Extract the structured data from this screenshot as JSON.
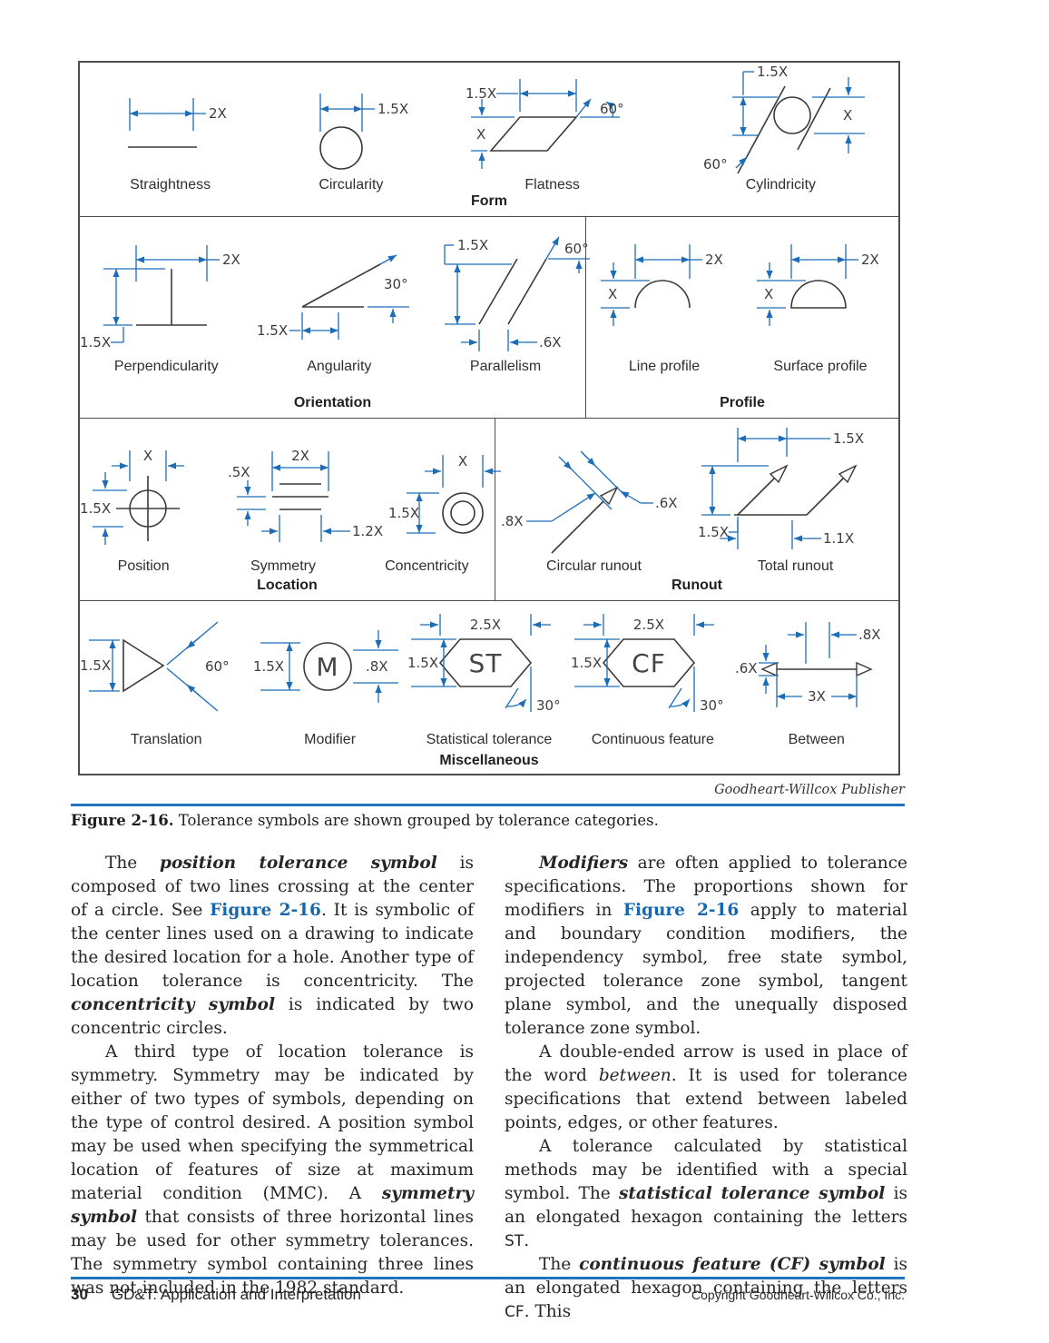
{
  "colors": {
    "dimension_blue": "#1b6db7",
    "rule_blue": "#2273bb",
    "link_blue": "#1667ad"
  },
  "fig": {
    "attribution": "Goodheart-Willcox Publisher",
    "caption_label": "Figure 2-16.",
    "caption_text": " Tolerance symbols are shown grouped by tolerance categories.",
    "sections": [
      {
        "title": "Form",
        "symbols": [
          {
            "label": "Straightness",
            "dims": [
              "2X"
            ]
          },
          {
            "label": "Circularity",
            "dims": [
              "1.5X"
            ]
          },
          {
            "label": "Flatness",
            "dims": [
              "1.5X",
              "X",
              "60°"
            ]
          },
          {
            "label": "Cylindricity",
            "dims": [
              "1.5X",
              "X",
              "60°"
            ]
          }
        ]
      },
      {
        "title": "Orientation",
        "symbols": [
          {
            "label": "Perpendicularity",
            "dims": [
              "2X",
              "1.5X"
            ]
          },
          {
            "label": "Angularity",
            "dims": [
              "30°",
              "1.5X"
            ]
          },
          {
            "label": "Parallelism",
            "dims": [
              "1.5X",
              ".6X",
              "60°"
            ]
          }
        ]
      },
      {
        "title": "Profile",
        "symbols": [
          {
            "label": "Line profile",
            "dims": [
              "2X",
              "X"
            ]
          },
          {
            "label": "Surface profile",
            "dims": [
              "2X",
              "X"
            ]
          }
        ]
      },
      {
        "title": "Location",
        "symbols": [
          {
            "label": "Position",
            "dims": [
              "X",
              "1.5X"
            ]
          },
          {
            "label": "Symmetry",
            "dims": [
              "2X",
              ".5X",
              "1.2X"
            ]
          },
          {
            "label": "Concentricity",
            "dims": [
              "X",
              "1.5X"
            ]
          }
        ]
      },
      {
        "title": "Runout",
        "symbols": [
          {
            "label": "Circular runout",
            "dims": [
              ".8X",
              ".6X"
            ]
          },
          {
            "label": "Total runout",
            "dims": [
              "1.5X",
              "1.5X",
              "1.1X"
            ]
          }
        ]
      },
      {
        "title": "Miscellaneous",
        "symbols": [
          {
            "label": "Translation",
            "dims": [
              "1.5X",
              "60°"
            ]
          },
          {
            "label": "Modifier",
            "dims": [
              "1.5X",
              ".8X"
            ],
            "letters": "M"
          },
          {
            "label": "Statistical tolerance",
            "dims": [
              "2.5X",
              "1.5X",
              "30°"
            ],
            "letters": "ST"
          },
          {
            "label": "Continuous feature",
            "dims": [
              "2.5X",
              "1.5X",
              "30°"
            ],
            "letters": "CF"
          },
          {
            "label": "Between",
            "dims": [
              ".8X",
              ".6X",
              "3X"
            ]
          }
        ]
      }
    ]
  },
  "body": {
    "columns": [
      {
        "paras": [
          [
            {
              "t": "The ",
              "s": "n"
            },
            {
              "t": "position tolerance symbol",
              "s": "bi"
            },
            {
              "t": " is composed of two lines crossing at the center of a circle. See ",
              "s": "n"
            },
            {
              "t": "Figure 2-16",
              "s": "link"
            },
            {
              "t": ". It is symbolic of the center lines used on a drawing to indicate the desired location for a hole. Another type of location tolerance is concentricity. The ",
              "s": "n"
            },
            {
              "t": "concentricity symbol",
              "s": "bi"
            },
            {
              "t": " is indicated by two concentric circles.",
              "s": "n"
            }
          ],
          [
            {
              "t": "A third type of location tolerance is symmetry. Symmetry may be indicated by either of two types of symbols, depending on the type of control desired. A position symbol may be used when specifying the symmetrical location of features of size at maximum material condition (MMC). A ",
              "s": "n"
            },
            {
              "t": "symmetry symbol",
              "s": "bi"
            },
            {
              "t": " that consists of three horizontal lines may be used for other symmetry tolerances. The symmetry symbol containing three lines was not included in the 1982 standard.",
              "s": "n"
            }
          ]
        ]
      },
      {
        "paras": [
          [
            {
              "t": "Modifiers",
              "s": "bi"
            },
            {
              "t": " are often applied to tolerance specifications. The proportions shown for modifiers in ",
              "s": "n"
            },
            {
              "t": "Figure 2-16",
              "s": "link"
            },
            {
              "t": " apply to material and boundary condition modifiers, the independency symbol, free state symbol, projected tolerance zone symbol, tangent plane symbol, and the unequally disposed tolerance zone symbol.",
              "s": "n"
            }
          ],
          [
            {
              "t": "A double-ended arrow is used in place of the word ",
              "s": "n"
            },
            {
              "t": "between",
              "s": "i"
            },
            {
              "t": ". It is used for tolerance specifications that extend between labeled points, edges, or other features.",
              "s": "n"
            }
          ],
          [
            {
              "t": "A tolerance calculated by statistical methods may be identified with a special symbol. The ",
              "s": "n"
            },
            {
              "t": "statistical tolerance symbol",
              "s": "bi"
            },
            {
              "t": " is an elongated hexagon containing the letters ",
              "s": "n"
            },
            {
              "t": "ST",
              "s": "sans"
            },
            {
              "t": ".",
              "s": "n"
            }
          ],
          [
            {
              "t": "The ",
              "s": "n"
            },
            {
              "t": "continuous feature (CF) symbol",
              "s": "bi"
            },
            {
              "t": " is an elongated hexagon containing the letters ",
              "s": "n"
            },
            {
              "t": "CF",
              "s": "sans"
            },
            {
              "t": ". This",
              "s": "n"
            }
          ]
        ]
      }
    ]
  },
  "footer": {
    "page_number": "30",
    "book_title": "GD&T: Application and Interpretation",
    "copyright": "Copyright Goodheart-Willcox Co., Inc."
  }
}
